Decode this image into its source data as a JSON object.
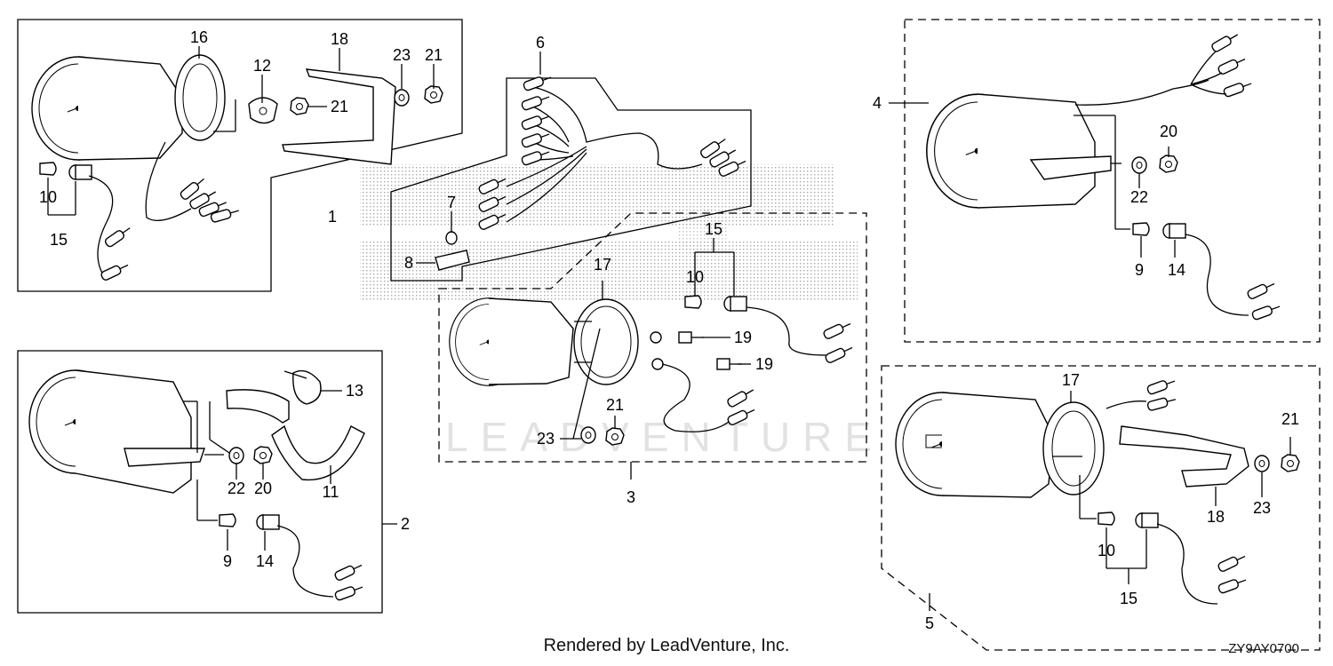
{
  "callouts": {
    "p1": "1",
    "p2": "2",
    "p3": "3",
    "p4": "4",
    "p5": "5",
    "p6": "6",
    "p7": "7",
    "p8": "8",
    "p9a": "9",
    "p9b": "9",
    "p10a": "10",
    "p10b": "10",
    "p10c": "10",
    "p11": "11",
    "p12": "12",
    "p13": "13",
    "p14a": "14",
    "p14b": "14",
    "p15a": "15",
    "p15b": "15",
    "p15c": "15",
    "p16": "16",
    "p17a": "17",
    "p17b": "17",
    "p18a": "18",
    "p18b": "18",
    "p19a": "19",
    "p19b": "19",
    "p20a": "20",
    "p20b": "20",
    "p21a": "21",
    "p21b": "21",
    "p21c": "21",
    "p21d": "21",
    "p22a": "22",
    "p22b": "22",
    "p23a": "23",
    "p23b": "23",
    "p23c": "23"
  },
  "watermark": "LEADVENTURE",
  "footer": {
    "rendered_by": "Rendered by LeadVenture, Inc.",
    "drawing_code": "ZY9AY0700"
  }
}
